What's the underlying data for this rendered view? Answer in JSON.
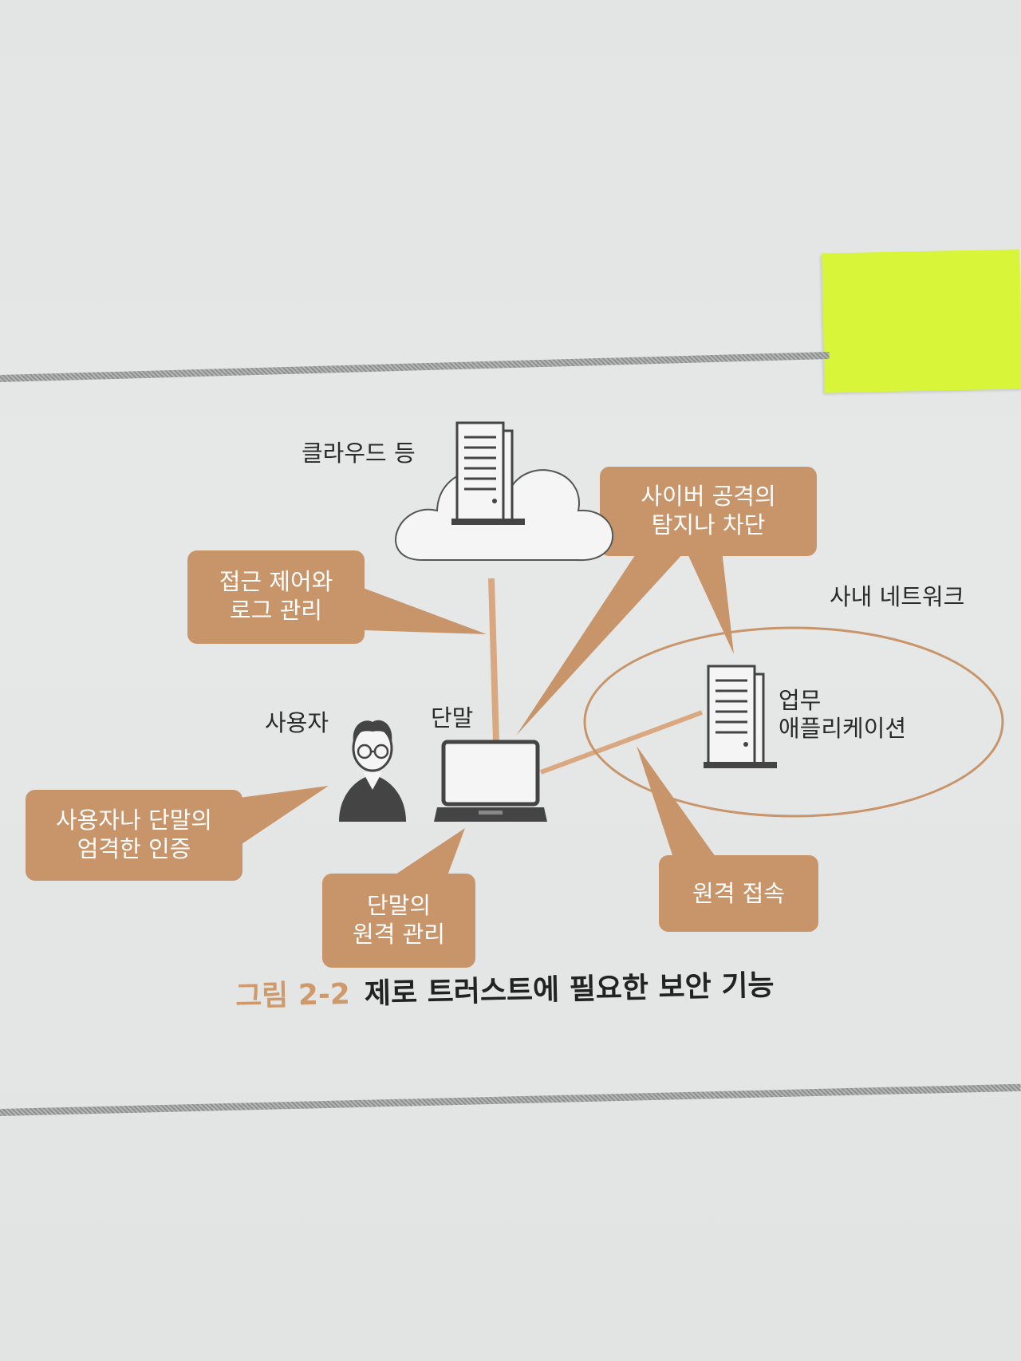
{
  "diagram": {
    "nodes": {
      "cloud_label": "클라우드 등",
      "user_label": "사용자",
      "terminal_label": "단말",
      "intranet_label": "사내 네트워크",
      "app_label_line1": "업무",
      "app_label_line2": "애플리케이션"
    },
    "callouts": {
      "access_control": [
        "접근 제어와",
        "로그 관리"
      ],
      "cyber_attack": [
        "사이버 공격의",
        "탐지나 차단"
      ],
      "authentication": [
        "사용자나 단말의",
        "엄격한 인증"
      ],
      "remote_management": [
        "단말의",
        "원격 관리"
      ],
      "remote_access": [
        "원격 접속"
      ]
    },
    "caption": {
      "number": "그림 2-2",
      "text": "제로 트러스트에 필요한 보안 기능"
    }
  },
  "colors": {
    "callout_fill": "#c8956a",
    "link_line": "#d9a880",
    "sticky_note": "#d8f53a",
    "caption_number": "#cf9a6b"
  }
}
